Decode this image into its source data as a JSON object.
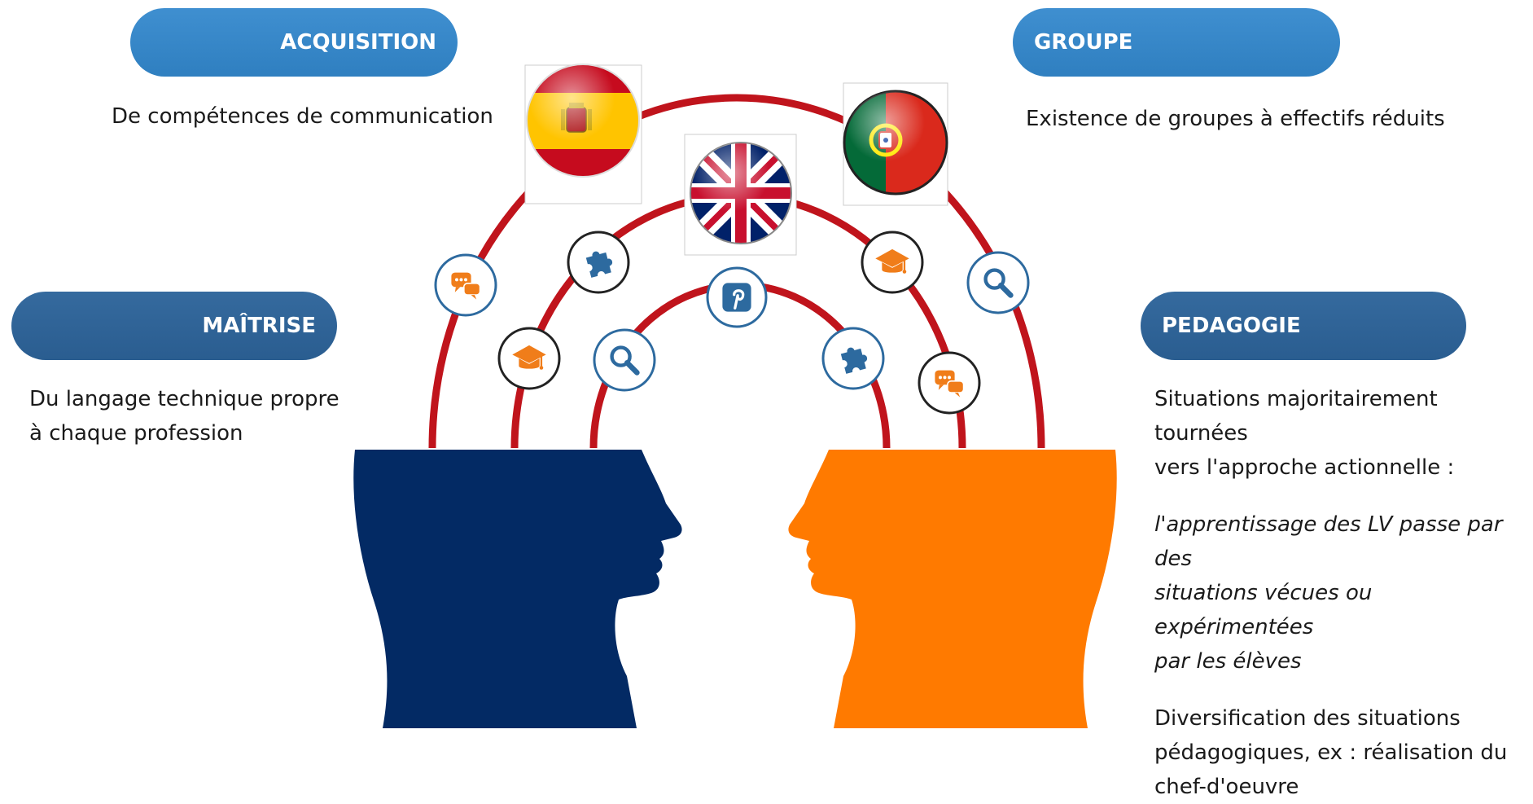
{
  "sections": {
    "acquisition": {
      "title": "ACQUISITION",
      "text": "De compétences de communication"
    },
    "groupe": {
      "title": "GROUPE",
      "text": "Existence de groupes à effectifs réduits"
    },
    "maitrise": {
      "title": "MAÎTRISE",
      "text_lines": [
        "Du langage technique propre",
        "à chaque profession"
      ]
    },
    "pedagogie": {
      "title": "PEDAGOGIE",
      "intro_lines": [
        "Situations majoritairement tournées",
        "vers l'approche actionnelle :"
      ],
      "italic_lines": [
        "l'apprentissage des LV passe par des",
        "situations vécues ou expérimentées",
        "par les élèves"
      ],
      "diversification_lines": [
        "Diversification des situations",
        "pédagogiques, ex :  réalisation du",
        "chef-d'oeuvre"
      ]
    }
  },
  "illustration": {
    "flags": [
      "spain-flag",
      "uk-flag",
      "portugal-flag"
    ],
    "icons": [
      "chat-icon",
      "puzzle-icon",
      "graduation-cap-icon",
      "magnifier-icon",
      "pinterest-icon"
    ],
    "colors": {
      "arch": "#c0141c",
      "left_head": "#032a64",
      "right_head": "#ff7a00",
      "icon_blue": "#2d6a9f",
      "icon_orange": "#f07d1a"
    }
  }
}
